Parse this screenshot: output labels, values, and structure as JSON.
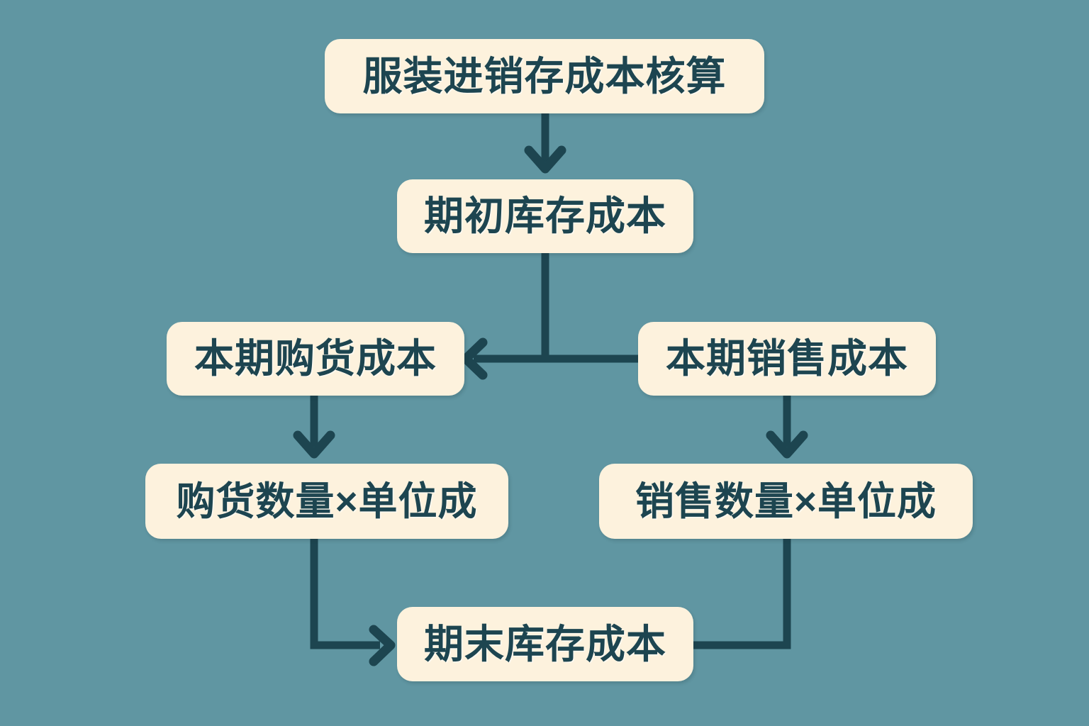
{
  "diagram": {
    "type": "flowchart",
    "title": "服装进销存成本核算",
    "colors": {
      "background": "#6096a2",
      "node_fill": "#fdf2dd",
      "text": "#1d4550",
      "edge": "#1d4550"
    },
    "nodes": [
      {
        "id": "title",
        "label": "服装进销存成本核算"
      },
      {
        "id": "opening_stock",
        "label": "期初库存成本"
      },
      {
        "id": "purchase_cost",
        "label": "本期购货成本"
      },
      {
        "id": "sales_cost",
        "label": "本期销售成本"
      },
      {
        "id": "purchase_formula",
        "label": "购货数量×单位成"
      },
      {
        "id": "sales_formula",
        "label": "销售数量×单位成"
      },
      {
        "id": "closing_stock",
        "label": "期末库存成本"
      }
    ],
    "edges": [
      {
        "from": "title",
        "to": "opening_stock",
        "style": "straight-down",
        "arrow": true
      },
      {
        "from": "opening_stock",
        "to": "purchase_cost",
        "style": "elbow-left",
        "arrow": true
      },
      {
        "from": "sales_cost",
        "to": "purchase_cost",
        "style": "horizontal-left",
        "arrow": true
      },
      {
        "from": "purchase_cost",
        "to": "purchase_formula",
        "style": "straight-down",
        "arrow": true
      },
      {
        "from": "sales_cost",
        "to": "sales_formula",
        "style": "straight-down",
        "arrow": true
      },
      {
        "from": "purchase_formula",
        "to": "closing_stock",
        "style": "elbow-right",
        "arrow": true
      },
      {
        "from": "sales_formula",
        "to": "closing_stock",
        "style": "elbow-left",
        "arrow": false
      }
    ]
  }
}
